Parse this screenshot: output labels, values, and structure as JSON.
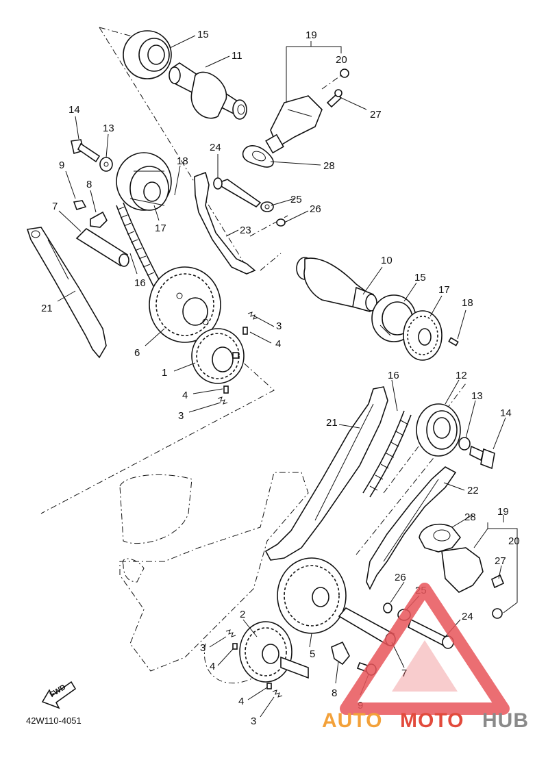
{
  "diagram": {
    "reference_code": "42W110-4051",
    "direction_label": "FWD",
    "watermark": {
      "brand": "AUTOMOTOHUB",
      "part1": "AUTO",
      "part2": "MOTO",
      "part3": "HUB",
      "colors": {
        "orange": "#f3a13a",
        "red": "#e24a3c",
        "gray": "#8a8a8a",
        "triangle": "#e8555a"
      }
    },
    "callouts": {
      "c15a": "15",
      "c11": "11",
      "c19a": "19",
      "c20a": "20",
      "c27a": "27",
      "c28a": "28",
      "c14a": "14",
      "c13a": "13",
      "c24a": "24",
      "c18a": "18",
      "c9a": "9",
      "c8a": "8",
      "c7a": "7",
      "c25a": "25",
      "c26a": "26",
      "c23": "23",
      "c17a": "17",
      "c21a": "21",
      "c16a": "16",
      "c10": "10",
      "c15b": "15",
      "c17b": "17",
      "c18b": "18",
      "c3a": "3",
      "c4a": "4",
      "c6": "6",
      "c1": "1",
      "c4b": "4",
      "c3b": "3",
      "c16b": "16",
      "c12": "12",
      "c13b": "13",
      "c14b": "14",
      "c21b": "21",
      "c22": "22",
      "c19b": "19",
      "c28b": "28",
      "c20b": "20",
      "c27b": "27",
      "c26b": "26",
      "c25b": "25",
      "c24b": "24",
      "c2": "2",
      "c3c": "3",
      "c4c": "4",
      "c5": "5",
      "c7b": "7",
      "c8b": "8",
      "c9b": "9",
      "c4d": "4",
      "c3d": "3"
    }
  }
}
